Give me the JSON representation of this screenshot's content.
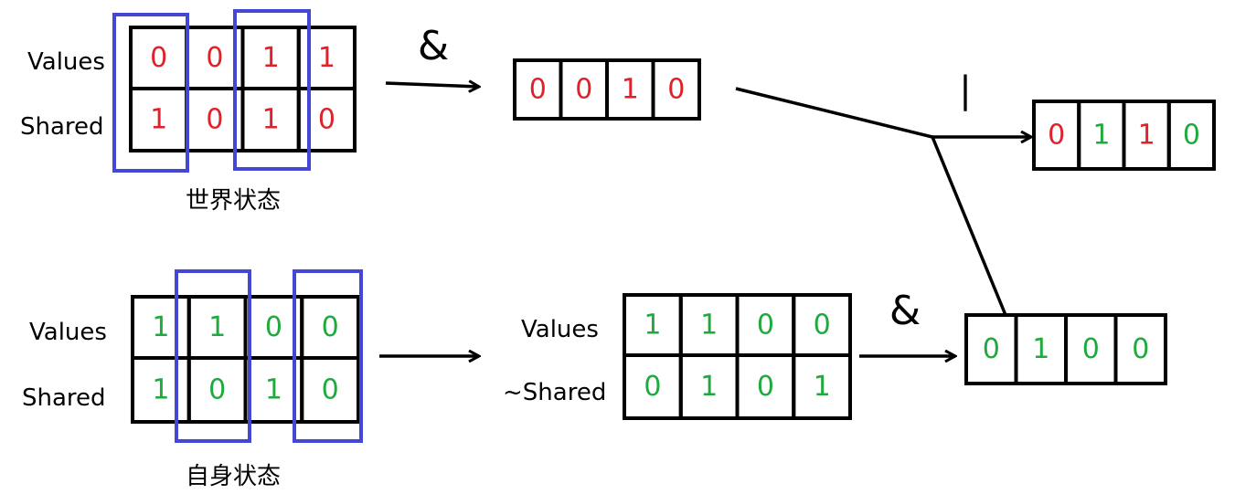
{
  "colors": {
    "red": "#e0202a",
    "green": "#1eaa3c",
    "blue": "#4446d6",
    "ink": "#000000"
  },
  "world_state": {
    "caption": "世界状态",
    "row_labels": [
      "Values",
      "Shared"
    ],
    "values": [
      "0",
      "0",
      "1",
      "1"
    ],
    "shared": [
      "1",
      "0",
      "1",
      "0"
    ],
    "color": "red"
  },
  "self_state": {
    "caption": "自身状态",
    "row_labels": [
      "Values",
      "Shared"
    ],
    "values": [
      "1",
      "1",
      "0",
      "0"
    ],
    "shared": [
      "1",
      "0",
      "1",
      "0"
    ],
    "color": "green"
  },
  "world_and": {
    "operator": "&",
    "result": [
      "0",
      "0",
      "1",
      "0"
    ],
    "color": "red"
  },
  "self_transformed": {
    "row_labels": [
      "Values",
      "~Shared"
    ],
    "values": [
      "1",
      "1",
      "0",
      "0"
    ],
    "not_shared": [
      "0",
      "1",
      "0",
      "1"
    ],
    "color": "green"
  },
  "self_and": {
    "operator": "&",
    "result": [
      "0",
      "1",
      "0",
      "0"
    ],
    "color": "green"
  },
  "final_or": {
    "operator": "|",
    "result": [
      "0",
      "1",
      "1",
      "0"
    ],
    "result_colors": [
      "red",
      "green",
      "red",
      "green"
    ]
  }
}
